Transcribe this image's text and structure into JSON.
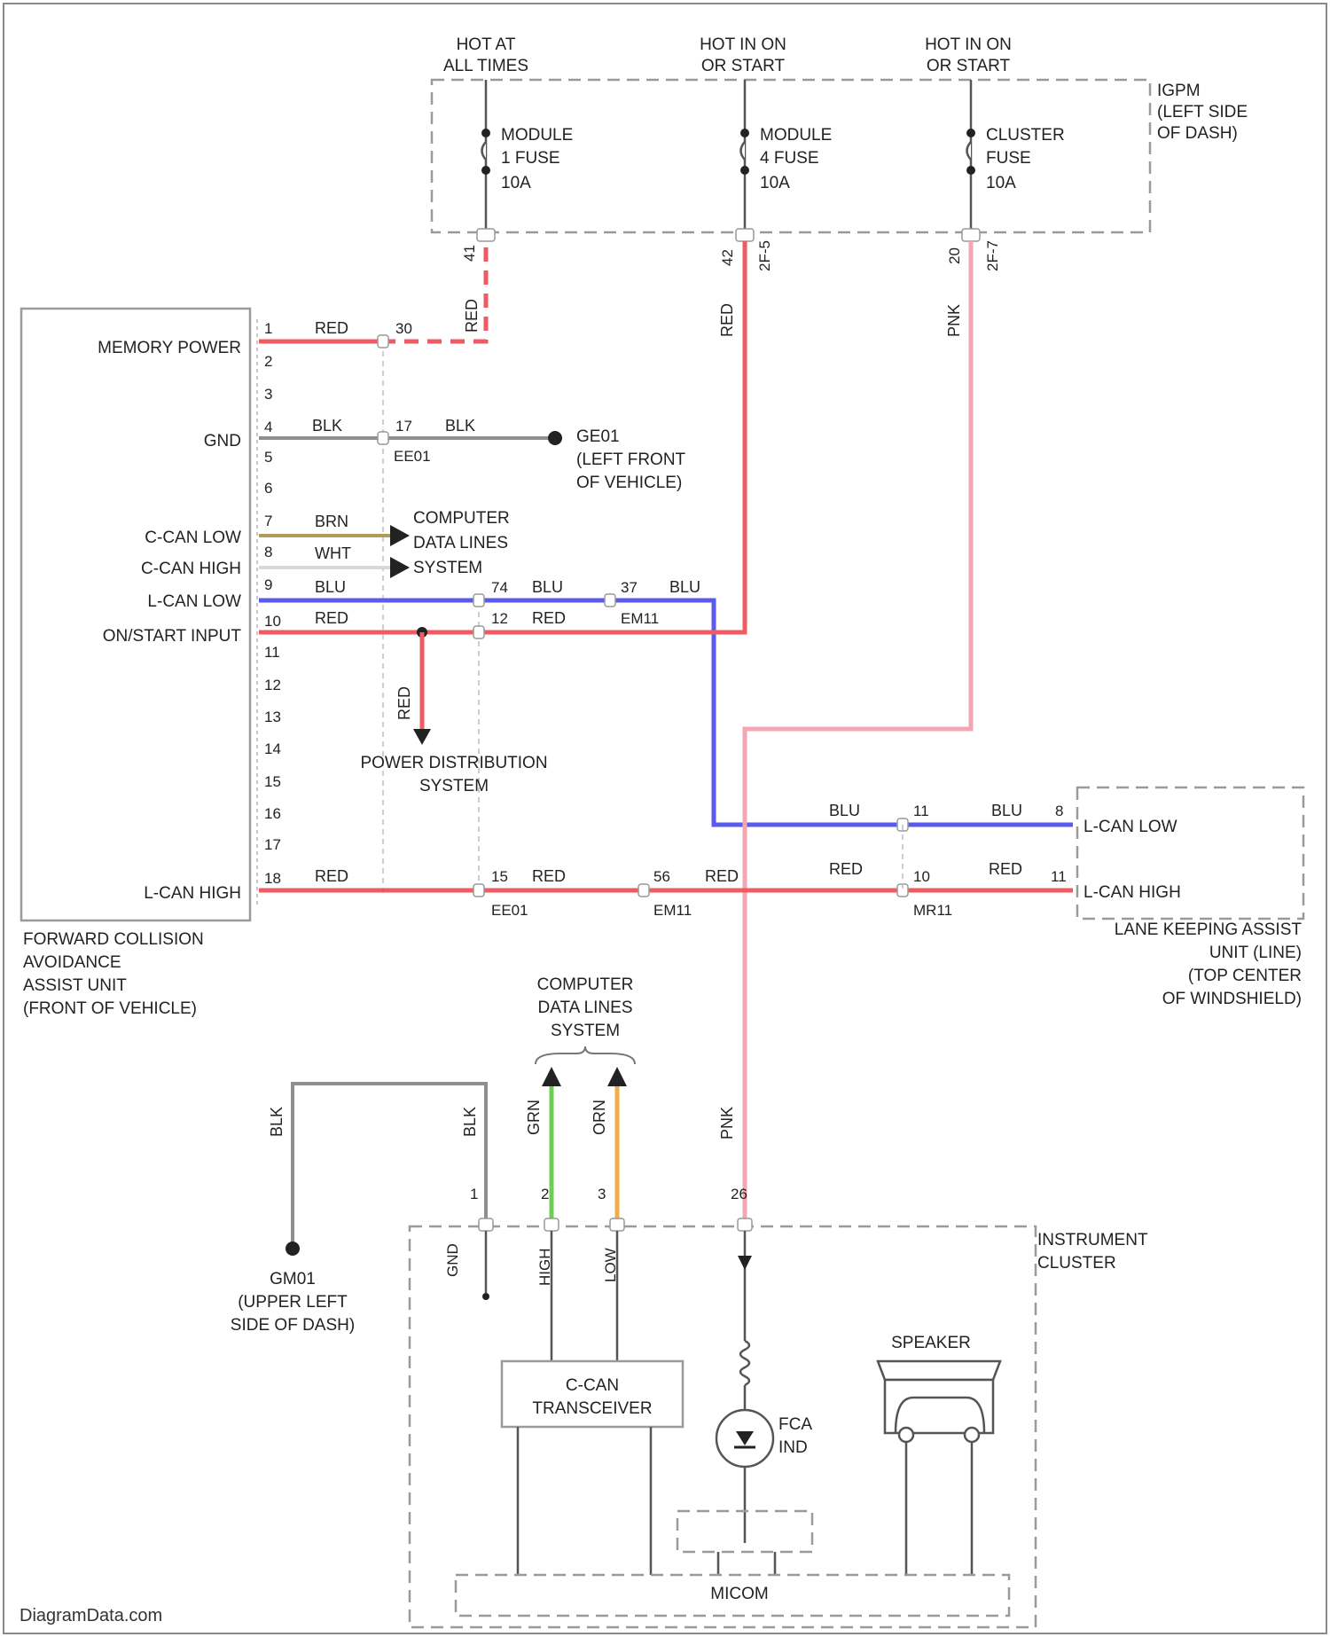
{
  "top_feeds": [
    {
      "line1": "HOT AT",
      "line2": "ALL TIMES"
    },
    {
      "line1": "HOT IN ON",
      "line2": "OR START"
    },
    {
      "line1": "HOT IN ON",
      "line2": "OR START"
    }
  ],
  "fuses": [
    {
      "l1": "MODULE",
      "l2": "1 FUSE",
      "l3": "10A"
    },
    {
      "l1": "MODULE",
      "l2": "4 FUSE",
      "l3": "10A"
    },
    {
      "l1": "CLUSTER",
      "l2": "FUSE",
      "l3": "10A"
    }
  ],
  "ipjb": {
    "l1": "IGPM",
    "l2": "(LEFT SIDE",
    "l3": "OF DASH)"
  },
  "fca_unit": {
    "l1": "FORWARD COLLISION",
    "l2": "AVOIDANCE",
    "l3": "ASSIST UNIT",
    "l4": "(FRONT OF VEHICLE)",
    "pins": [
      "1",
      "2",
      "3",
      "4",
      "5",
      "6",
      "7",
      "8",
      "9",
      "10",
      "11",
      "12",
      "13",
      "14",
      "15",
      "16",
      "17",
      "18"
    ],
    "signals": {
      "memory_power": "MEMORY POWER",
      "gnd": "GND",
      "ccan_low": "C-CAN LOW",
      "ccan_high": "C-CAN HIGH",
      "lcan_low": "L-CAN LOW",
      "on_start": "ON/START INPUT",
      "lcan_high": "L-CAN HIGH"
    }
  },
  "wire_colors": {
    "red": "RED",
    "blk": "BLK",
    "brn": "BRN",
    "wht": "WHT",
    "blu": "BLU",
    "pnk": "PNK",
    "grn": "GRN",
    "orn": "ORN"
  },
  "pin_numbers": {
    "fuse1": "41",
    "fuse2": "42",
    "fuse2b": "2F-5",
    "fuse3": "20",
    "fuse3b": "2F-7",
    "p30": "30",
    "p17": "17",
    "p74": "74",
    "p37": "37",
    "p12": "12",
    "p15": "15",
    "p56": "56",
    "p11": "11",
    "p10": "10",
    "lka8": "8",
    "lka11": "11",
    "ic1": "1",
    "ic2": "2",
    "ic3": "3",
    "ic26": "26",
    "ic_gnd": "GND",
    "ic_high": "HIGH",
    "ic_low": "LOW"
  },
  "connectors": {
    "e01_a": "EE01",
    "e01_b": "EE01",
    "em11_a": "EM11",
    "em11_b": "EM11",
    "mr11": "MR11"
  },
  "ground_ge01": {
    "l1": "GE01",
    "l2": "(LEFT FRONT",
    "l3": "OF VEHICLE)"
  },
  "data_lines_1": {
    "l1": "COMPUTER",
    "l2": "DATA LINES",
    "l3": "SYSTEM"
  },
  "power_dist": {
    "l1": "POWER DISTRIBUTION",
    "l2": "SYSTEM"
  },
  "lka_unit": {
    "low": "L-CAN LOW",
    "high": "L-CAN HIGH",
    "l1": "LANE KEEPING ASSIST",
    "l2": "UNIT (LINE)",
    "l3": "(TOP CENTER",
    "l4": "OF WINDSHIELD)"
  },
  "data_lines_2": {
    "l1": "COMPUTER",
    "l2": "DATA LINES",
    "l3": "SYSTEM"
  },
  "ground_gm01": {
    "l1": "GM01",
    "l2": "(UPPER LEFT",
    "l3": "SIDE OF DASH)"
  },
  "cluster": {
    "l1": "INSTRUMENT",
    "l2": "CLUSTER"
  },
  "transceiver": {
    "l1": "C-CAN",
    "l2": "TRANSCEIVER"
  },
  "fca_ind": {
    "l1": "FCA",
    "l2": "IND"
  },
  "speaker": "SPEAKER",
  "micom": "MICOM",
  "watermark": "DiagramData.com"
}
